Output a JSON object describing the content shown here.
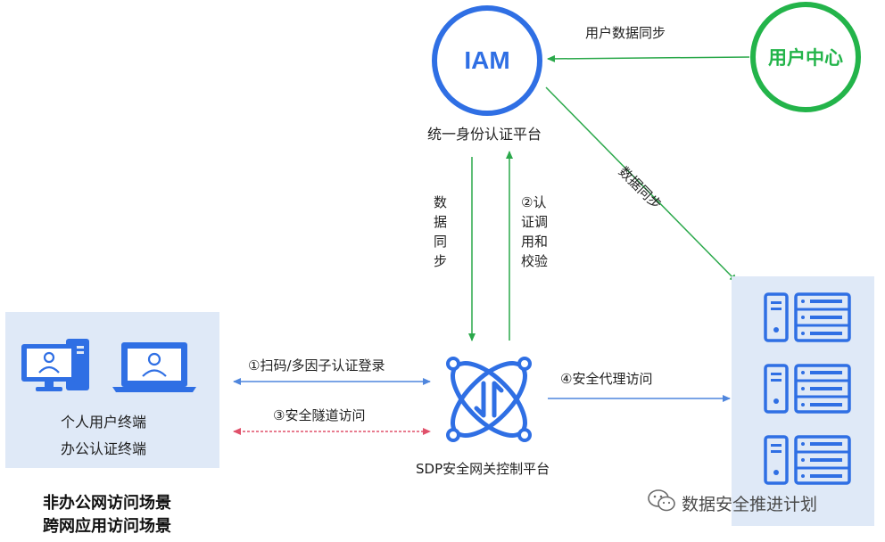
{
  "nodes": {
    "iam": {
      "label": "IAM",
      "caption": "统一身份认证平台"
    },
    "user_center": {
      "label": "用户中心"
    },
    "sdp": {
      "caption": "SDP安全网关控制平台"
    },
    "clients": {
      "line1": "个人用户终端",
      "line2": "办公认证终端"
    }
  },
  "edges": {
    "user_data_sync": "用户数据同步",
    "data_sync_diag": "数据同步",
    "data_sync_vertical": "数\n据\n同\n步",
    "auth_call": "②认\n证调\n用和\n校验",
    "scan_login": "①扫码/多因子认证登录",
    "tunnel_access": "③安全隧道访问",
    "proxy_access": "④安全代理访问"
  },
  "scenarios": {
    "line1": "非办公网访问场景",
    "line2": "跨网应用访问场景"
  },
  "watermark": {
    "text": "数据安全推进计划",
    "icon": "wechat-icon"
  },
  "colors": {
    "iam_blue": "#2f6fe4",
    "user_center_green": "#23b44a",
    "sync_green": "#2aa84a",
    "panel_bg": "#dfe9f7",
    "arrow_blue": "#4f86dd",
    "tunnel_red": "#e0506a"
  }
}
